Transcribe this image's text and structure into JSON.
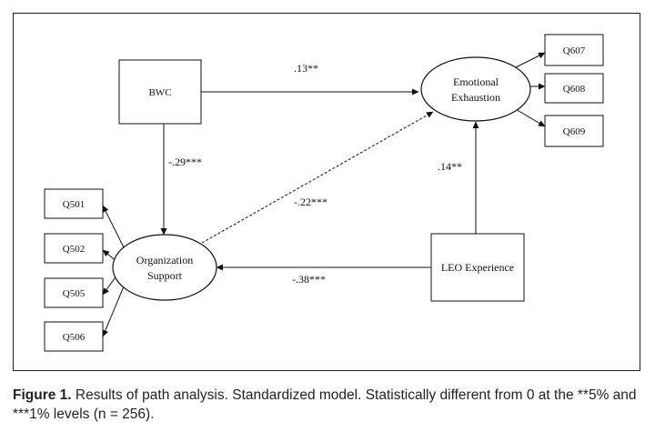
{
  "diagram": {
    "nodes": {
      "bwc": "BWC",
      "org_support": [
        "Organization",
        "Support"
      ],
      "emotional_exhaustion": [
        "Emotional",
        "Exhaustion"
      ],
      "leo_experience": "LEO Experience",
      "q501": "Q501",
      "q502": "Q502",
      "q505": "Q505",
      "q506": "Q506",
      "q607": "Q607",
      "q608": "Q608",
      "q609": "Q609"
    },
    "paths": {
      "bwc_to_emotional_exhaustion": ".13**",
      "bwc_to_org_support": "-.29***",
      "org_support_to_emotional_exhaustion": "-.22***",
      "leo_to_emotional_exhaustion": ".14**",
      "leo_to_org_support": "-.38***"
    }
  },
  "caption": {
    "label": "Figure 1.",
    "text": "Results of path analysis. Standardized model. Statistically different from 0 at the **5% and ***1% levels (n = 256)."
  }
}
